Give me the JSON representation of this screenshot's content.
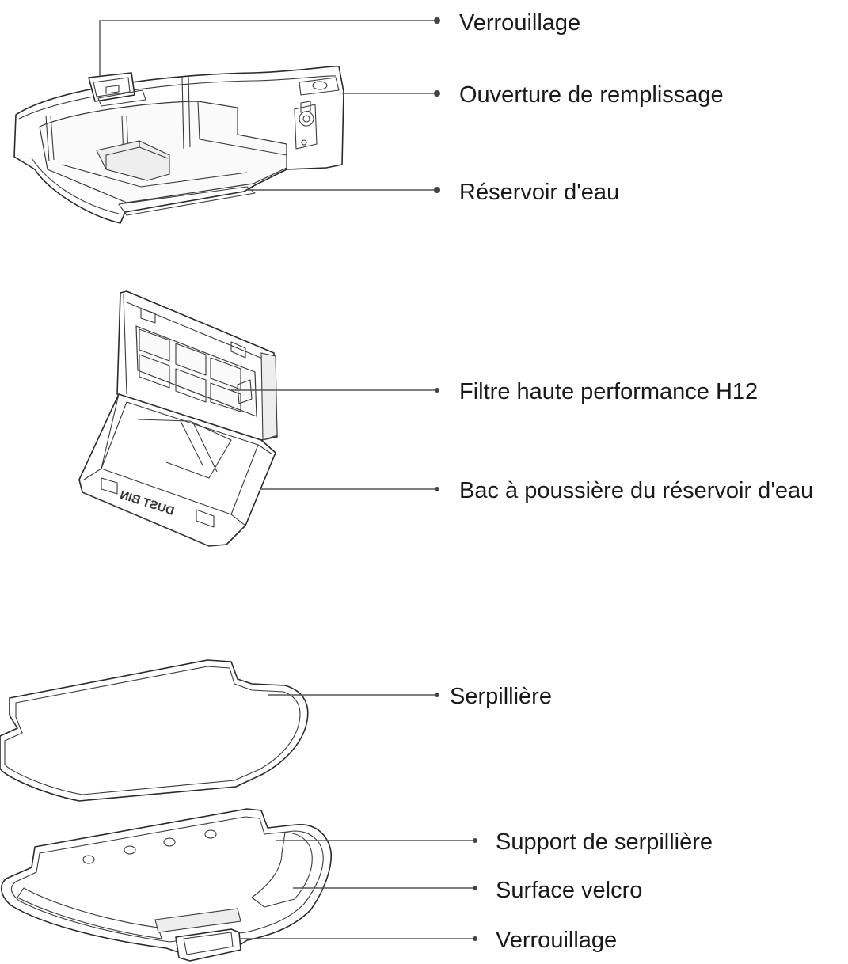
{
  "callouts": [
    {
      "id": "lock-top",
      "label": "Verrouillage"
    },
    {
      "id": "fill-opening",
      "label": "Ouverture de remplissage"
    },
    {
      "id": "water-tank",
      "label": "Réservoir d'eau"
    },
    {
      "id": "hepa-filter",
      "label": "Filtre haute performance H12"
    },
    {
      "id": "dust-bin",
      "label": "Bac à poussière du réservoir d'eau"
    },
    {
      "id": "mop",
      "label": "Serpillière"
    },
    {
      "id": "mop-holder",
      "label": "Support de serpillière"
    },
    {
      "id": "velcro",
      "label": "Surface velcro"
    },
    {
      "id": "lock-bottom",
      "label": "Verrouillage"
    }
  ],
  "bin_imprint": "DUST BIN"
}
